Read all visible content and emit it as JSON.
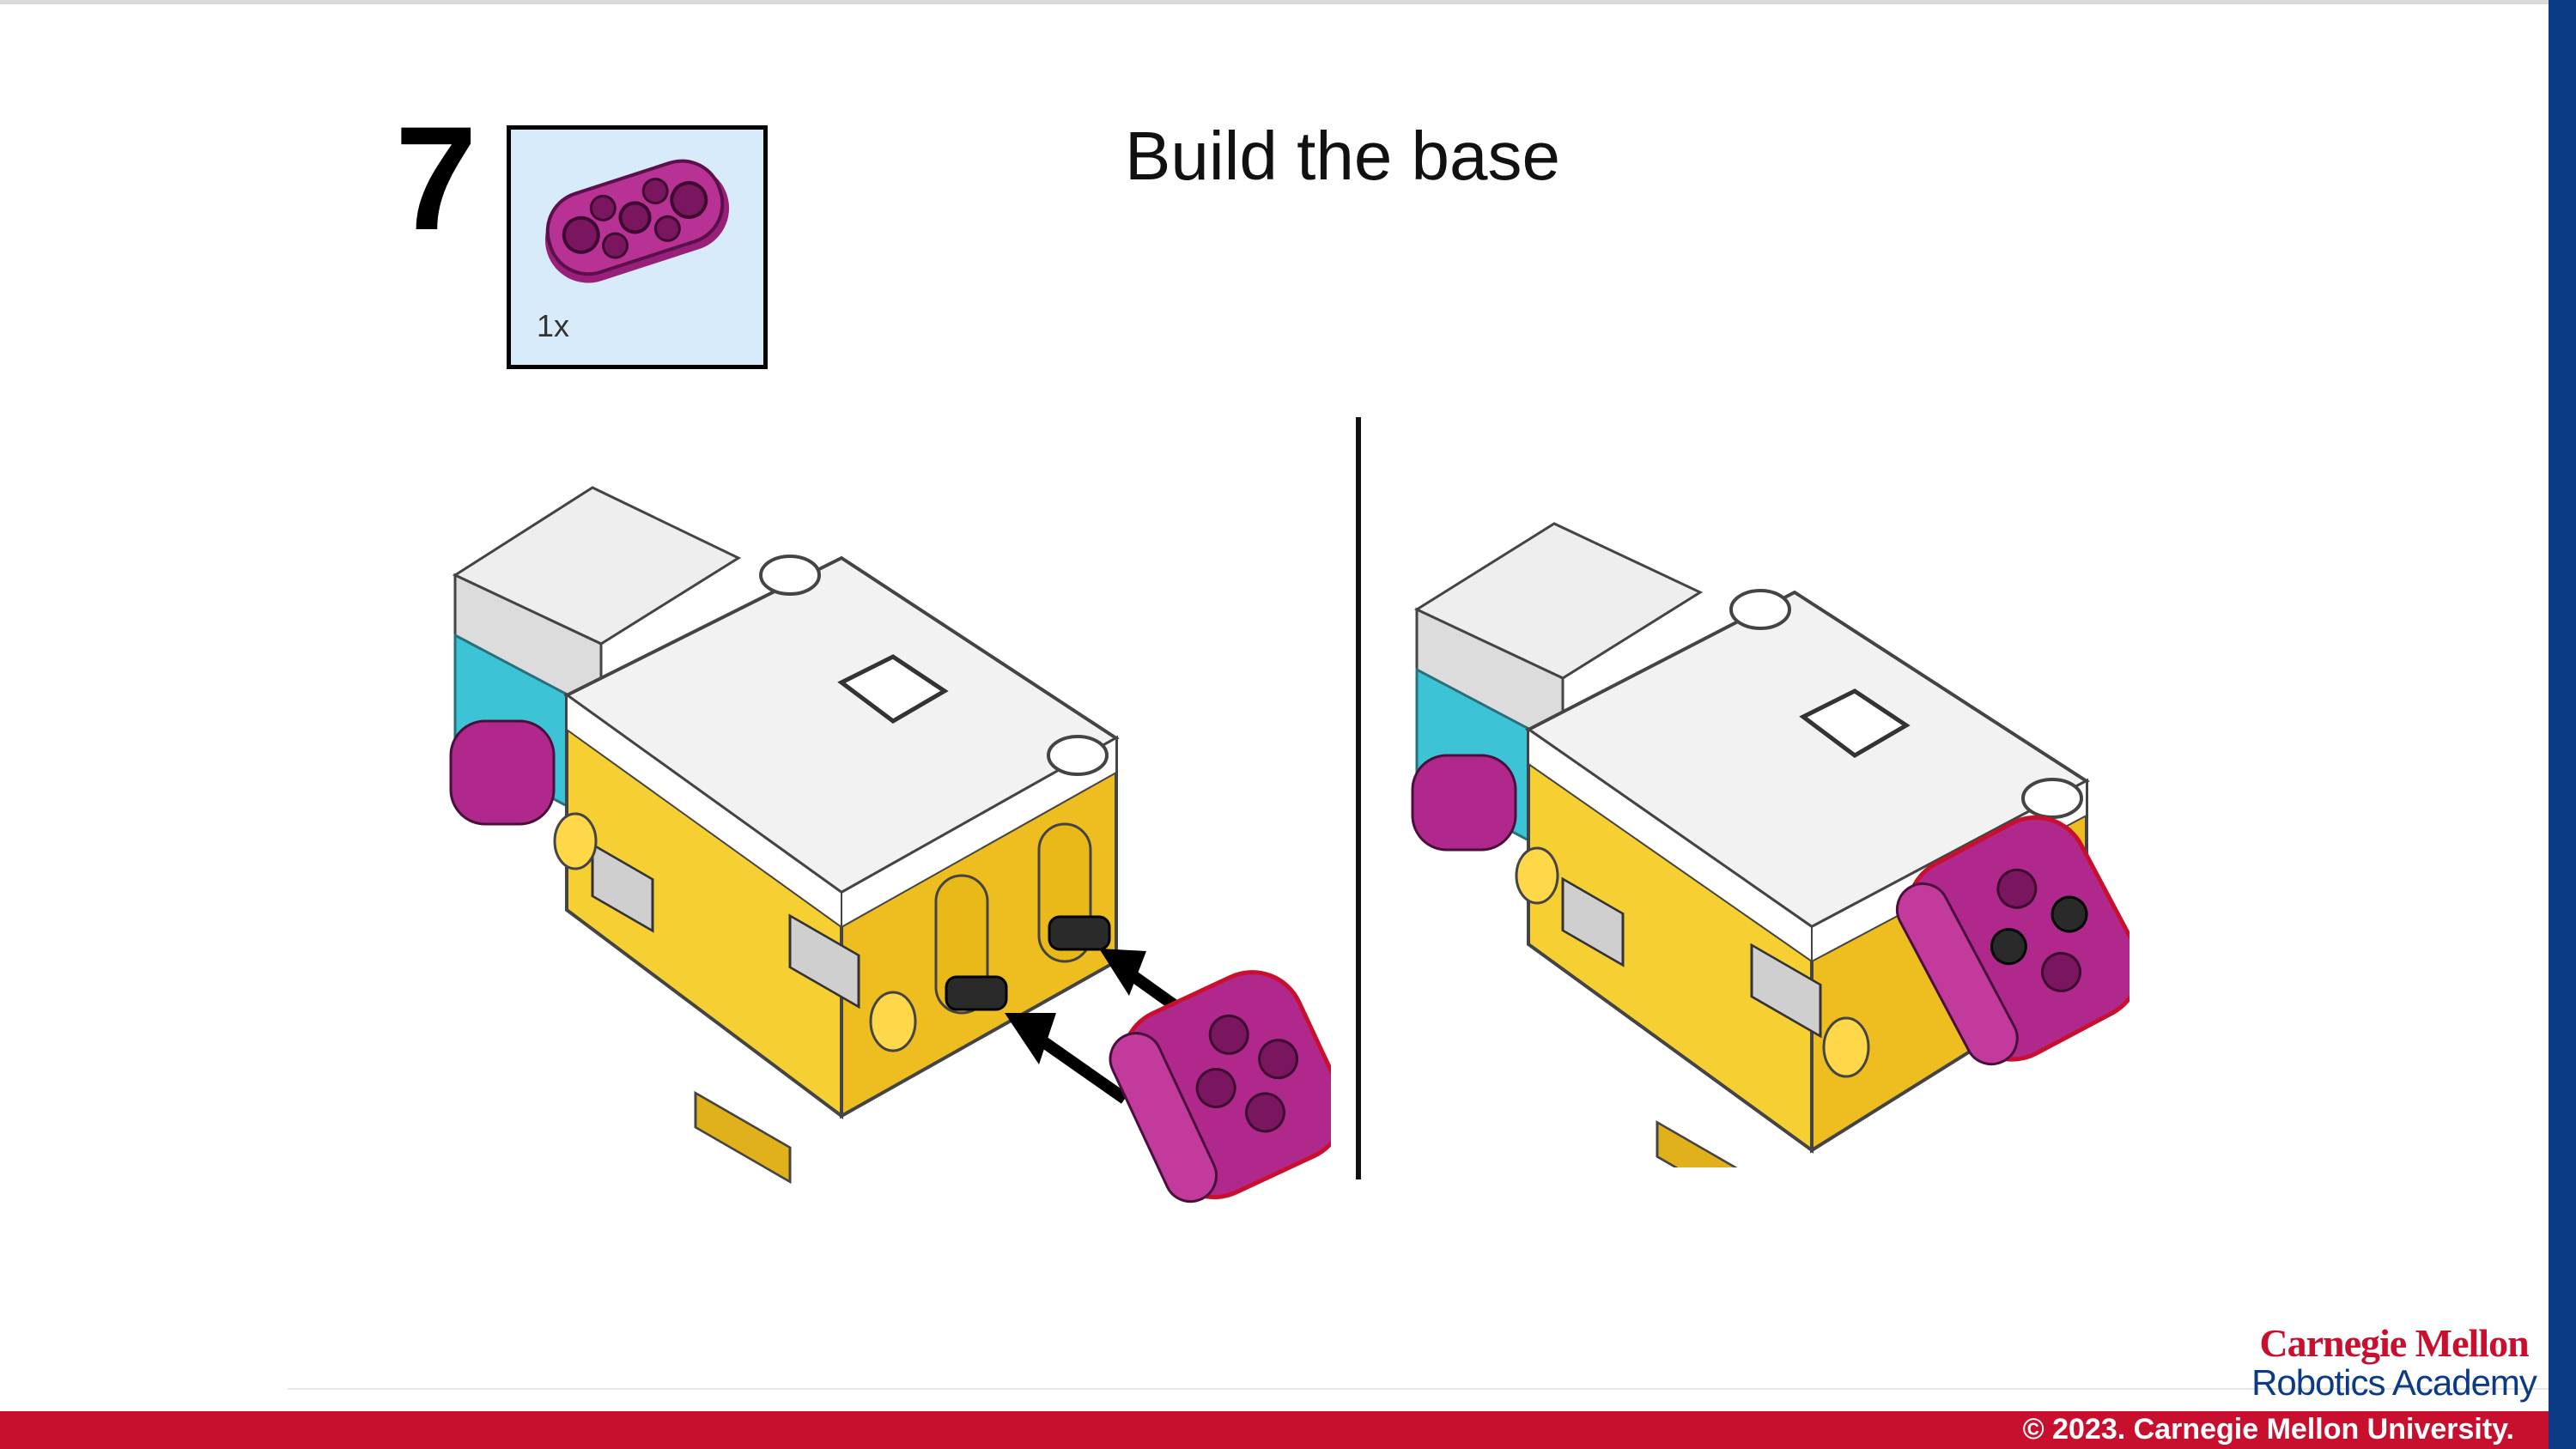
{
  "slide": {
    "step_number": "7",
    "title": "Build the base",
    "parts_callout": {
      "quantity": "1x",
      "part_icon": "magenta-cross-connector-icon"
    }
  },
  "illustrations": {
    "left": "hub-with-connector-before-attach",
    "right": "hub-with-connector-attached"
  },
  "footer": {
    "copyright": "© 2023. Carnegie Mellon University.",
    "logo_line1": "Carnegie Mellon",
    "logo_line2": "Robotics Academy"
  },
  "colors": {
    "accent_red": "#c8102e",
    "accent_blue": "#0b3b86",
    "part_magenta": "#b0288c",
    "hub_yellow": "#f6cf33",
    "hub_white": "#f2f2f2",
    "hub_cyan": "#3cc3d6",
    "parts_box_bg": "#d7ebfa"
  }
}
